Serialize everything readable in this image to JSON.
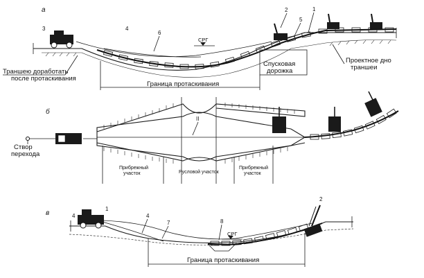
{
  "panels": {
    "a": "а",
    "b": "б",
    "v": "в"
  },
  "panel_a": {
    "markers": [
      "3",
      "4",
      "6",
      "2",
      "5",
      "1"
    ],
    "labels": {
      "water_level": "СРГ",
      "trench_finish_1": "Траншею доработать",
      "trench_finish_2": "после протаскивания",
      "slipway_1": "Спусковая",
      "slipway_2": "дорожка",
      "design_bottom_1": "Проектное дно",
      "design_bottom_2": "траншеи",
      "pull_boundary": "Граница протаскивания"
    }
  },
  "panel_b": {
    "markers": [
      "II"
    ],
    "labels": {
      "crossing_1": "Створ",
      "crossing_2": "перехода",
      "coastal_left_1": "Прибрежный",
      "coastal_left_2": "участок",
      "channel": "Русловой участок",
      "coastal_right_1": "Прибрежный",
      "coastal_right_2": "участок"
    }
  },
  "panel_v": {
    "markers": [
      "4",
      "1",
      "4",
      "7",
      "8",
      "2"
    ],
    "labels": {
      "water_level": "СРГ",
      "pull_boundary": "Граница протаскивания"
    }
  }
}
